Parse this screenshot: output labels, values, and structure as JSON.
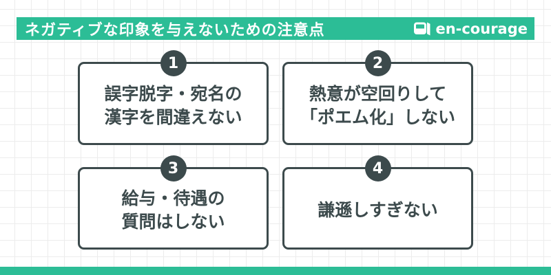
{
  "header": {
    "title": "ネガティブな印象を与えないための注意点",
    "brand_name": "en-courage"
  },
  "cards": [
    {
      "number": "1",
      "lines": [
        "誤字脱字・宛名の",
        "漢字を間違えない"
      ]
    },
    {
      "number": "2",
      "lines": [
        "熱意が空回りして",
        "「ポエム化」しない"
      ]
    },
    {
      "number": "3",
      "lines": [
        "給与・待遇の",
        "質問はしない"
      ]
    },
    {
      "number": "4",
      "lines": [
        "謙遜しすぎない"
      ]
    }
  ],
  "colors": {
    "accent_teal": "#2CBD96",
    "dark_slate": "#3C4A4C",
    "grid_line": "#ececec",
    "card_background": "#ffffff"
  }
}
